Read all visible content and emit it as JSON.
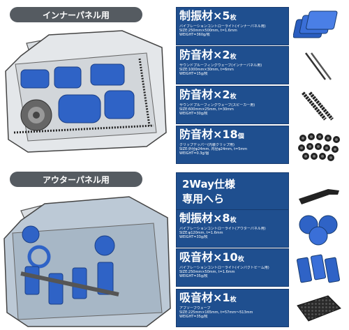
{
  "sections": {
    "inner_label": "インナーパネル用",
    "outer_label": "アウターパネル用"
  },
  "items": [
    {
      "title": "制振材",
      "qty": "×5",
      "unit": "枚",
      "line1": "バイブレーションコントローライト(インナーパネル用)",
      "line2": "SIZE:250mm×500mm, t=1.6mm",
      "line3": "WEIGHT=360g/枚"
    },
    {
      "title": "防音材",
      "qty": "×2",
      "unit": "枚",
      "line1": "サウンドプルーフィングウェーブ(インナーパネル用)",
      "line2": "SIZE:1000mm×30mm, t=6mm",
      "line3": "WEIGHT=15g/枚"
    },
    {
      "title": "防音材",
      "qty": "×2",
      "unit": "枚",
      "line1": "サウンドプルーフィングウェーブ(スピーカー用)",
      "line2": "SIZE:600mm×25mm, t=30mm",
      "line3": "WEIGHT=30g/枚"
    },
    {
      "title": "防音材",
      "qty": "×18",
      "unit": "個",
      "line1": "クリップデッパー(内装クリップ用)",
      "line2": "SIZE:外径φ24mm, 内径φ24mm, t=5mm",
      "line3": "WEIGHT=0.3g/個"
    },
    {
      "title": "2Way仕様",
      "title2": "専用へら"
    },
    {
      "title": "制振材",
      "qty": "×8",
      "unit": "枚",
      "line1": "バイブレーションコントローライト(アウターパネル用)",
      "line2": "SIZE:φ120mm, t=1.6mm",
      "line3": "WEIGHT=33g/枚"
    },
    {
      "title": "吸音材",
      "qty": "×10",
      "unit": "枚",
      "line1": "バイブレーションコントローライト(インパクトビーム用)",
      "line2": "SIZE:250mm×50mm, t=1.6mm",
      "line3": "WEIGHT=35g/枚"
    },
    {
      "title": "吸音材",
      "qty": "×1",
      "unit": "枚",
      "line1": "アブソーブウェーブ",
      "line2": "SIZE:225mm×165mm, t=57mm～513mm",
      "line3": "WEIGHT=35g/枚"
    }
  ],
  "colors": {
    "card": "#1f4f8f",
    "label": "#555b61",
    "part": "#2f63c6"
  }
}
